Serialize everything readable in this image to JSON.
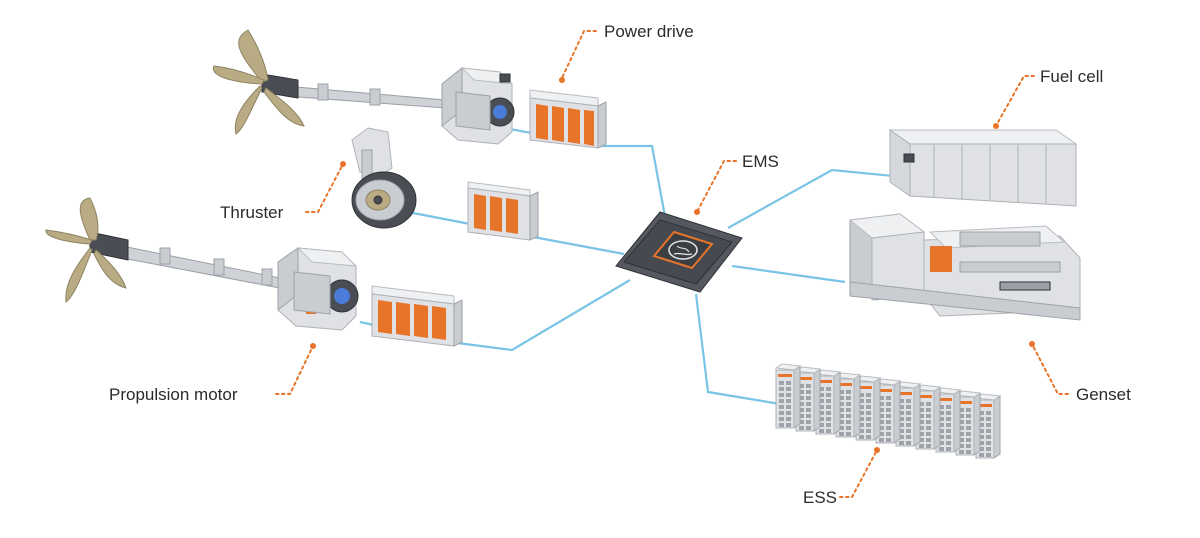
{
  "labels": {
    "power_drive": "Power drive",
    "fuel_cell": "Fuel cell",
    "ems": "EMS",
    "thruster": "Thruster",
    "propulsion_motor": "Propulsion motor",
    "genset": "Genset",
    "ess": "ESS"
  },
  "colors": {
    "accent": "#e8742a",
    "connection": "#79c4e6",
    "text": "#2b2b2b"
  }
}
